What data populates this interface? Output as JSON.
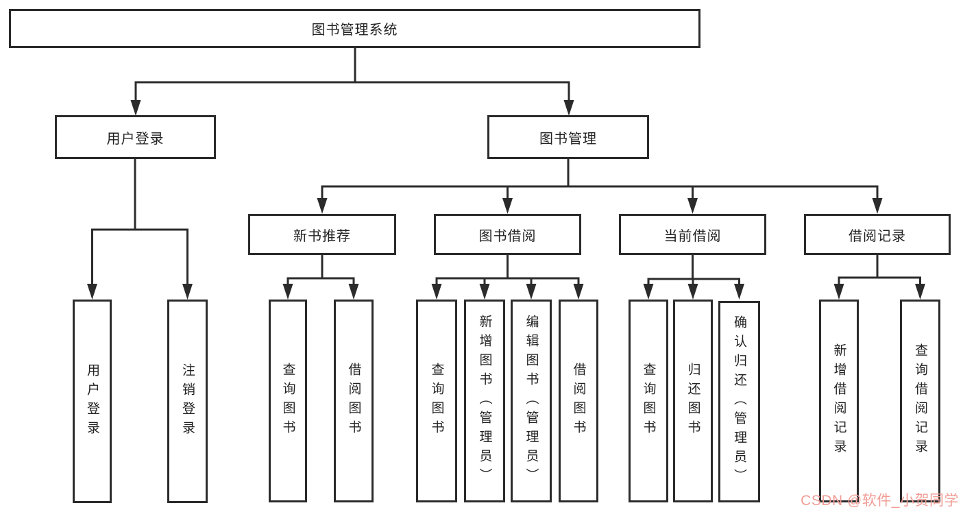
{
  "diagram": {
    "root": {
      "label": "图书管理系统"
    },
    "level2": [
      {
        "label": "用户登录"
      },
      {
        "label": "图书管理"
      }
    ],
    "level3": [
      {
        "label": "新书推荐"
      },
      {
        "label": "图书借阅"
      },
      {
        "label": "当前借阅"
      },
      {
        "label": "借阅记录"
      }
    ],
    "leaves": [
      {
        "label": "用户登录"
      },
      {
        "label": "注销登录"
      },
      {
        "label": "查询图书"
      },
      {
        "label": "借阅图书"
      },
      {
        "label": "查询图书"
      },
      {
        "label": "新增图书（管理员）"
      },
      {
        "label": "编辑图书（管理员）"
      },
      {
        "label": "借阅图书"
      },
      {
        "label": "查询图书"
      },
      {
        "label": "归还图书"
      },
      {
        "label": "确认归还（管理员）"
      },
      {
        "label": "新增借阅记录"
      },
      {
        "label": "查询借阅记录"
      }
    ],
    "colors": {
      "line": "#2b2b2b",
      "box_fill": "#ffffff",
      "text": "#222222"
    }
  },
  "watermark": {
    "text": "CSDN @软件_小贺同学",
    "color": "#f19c95"
  }
}
